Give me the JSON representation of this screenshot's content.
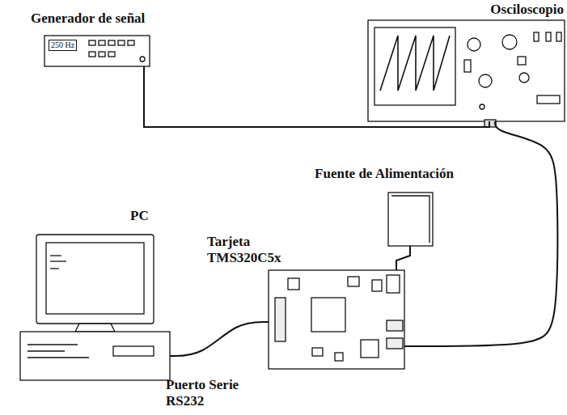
{
  "diagram": {
    "nodes": [
      {
        "text": [
          "Generador de señal",
          "250 Hz"
        ]
      },
      {
        "text": [
          "Osciloscopio"
        ]
      },
      {
        "text": [
          "Fuente de Alimentación"
        ]
      },
      {
        "text": [
          "PC"
        ]
      },
      {
        "text": [
          "Tarjeta TMS320C5x"
        ]
      }
    ],
    "edges": [
      {
        "from": 0,
        "to": 1,
        "arrow": "none"
      },
      {
        "from": 1,
        "to": 4,
        "arrow": "none"
      },
      {
        "from": 2,
        "to": 4,
        "arrow": "none"
      },
      {
        "from": 3,
        "to": 4,
        "arrow": "none"
      }
    ],
    "labels": [
      "Puerto Serie RS232"
    ]
  }
}
